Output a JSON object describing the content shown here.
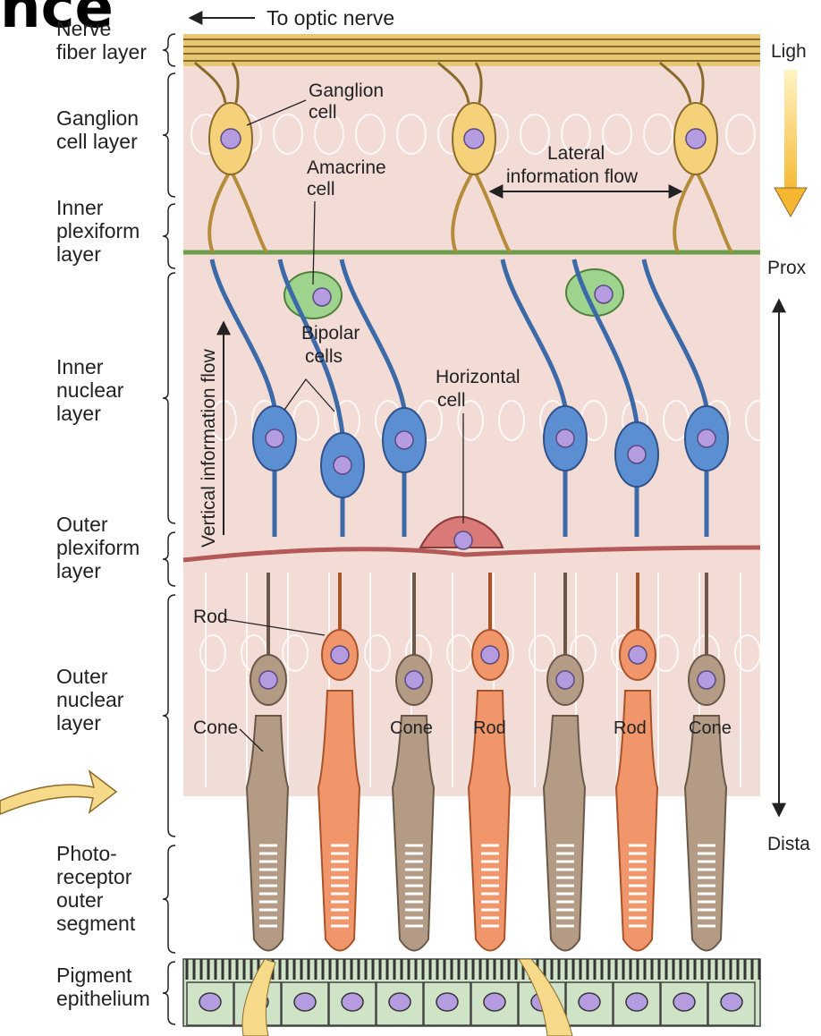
{
  "top_fragment": "nce",
  "top_arrow_text": "To optic nerve",
  "layers": {
    "nerve_fiber": [
      "Nerve",
      "fiber layer"
    ],
    "ganglion_cell": [
      "Ganglion",
      "cell layer"
    ],
    "inner_plexiform": [
      "Inner",
      "plexiform",
      "layer"
    ],
    "inner_nuclear": [
      "Inner",
      "nuclear",
      "layer"
    ],
    "outer_plexiform": [
      "Outer",
      "plexiform",
      "layer"
    ],
    "outer_nuclear": [
      "Outer",
      "nuclear",
      "layer"
    ],
    "photoreceptor_outer_segment": [
      "Photo-",
      "receptor",
      "outer",
      "segment"
    ],
    "pigment_epithelium": [
      "Pigment",
      "epithelium"
    ]
  },
  "annotations": {
    "ganglion_cell": [
      "Ganglion",
      "cell"
    ],
    "amacrine_cell": [
      "Amacrine",
      "cell"
    ],
    "lateral_flow": [
      "Lateral",
      "information flow"
    ],
    "bipolar_cells": [
      "Bipolar",
      "cells"
    ],
    "horizontal_cell": [
      "Horizontal",
      "cell"
    ],
    "vertical_flow": "Vertical information flow",
    "rod": "Rod",
    "cone": "Cone"
  },
  "photoreceptor_tags": [
    "Cone",
    "Rod",
    "Rod",
    "Cone"
  ],
  "right_labels": {
    "light": "Ligh",
    "proximal": "Prox",
    "distal": "Dista"
  },
  "colors": {
    "ganglion": "#f5d27a",
    "amacrine": "#9fd48f",
    "bipolar": "#5b8fd1",
    "horizontal": "#d97a78",
    "rod": "#f0966a",
    "cone": "#b39b85",
    "nucleus": "#b59be0",
    "tissue": "#f3dcd6",
    "pigment": "#cfe3c6",
    "arrow": "#f5b731"
  }
}
